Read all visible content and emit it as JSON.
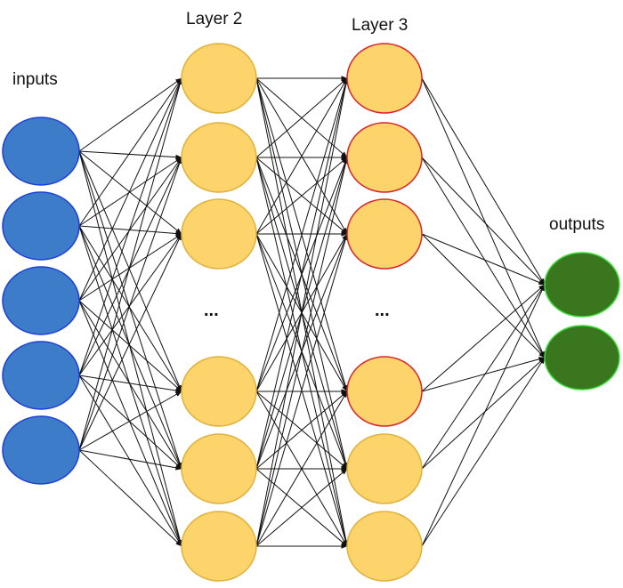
{
  "labels": {
    "inputs": "inputs",
    "layer2": "Layer 2",
    "layer3": "Layer 3",
    "outputs": "outputs",
    "layer2_ellipsis": "...",
    "layer3_ellipsis": "..."
  },
  "layers": [
    {
      "id": "inputs",
      "node_count": 5,
      "fill": "#3d7cc9",
      "stroke": "#1c3fd6"
    },
    {
      "id": "layer2",
      "node_count": 6,
      "fill": "#fcd46b",
      "stroke": "#e0b23d",
      "has_ellipsis": true
    },
    {
      "id": "layer3",
      "node_count": 6,
      "fill": "#fcd46b",
      "stroke": "#e0b23d",
      "highlighted_stroke": "#d9262b",
      "highlighted_nodes": [
        0,
        1,
        2,
        3
      ],
      "has_ellipsis": true
    },
    {
      "id": "outputs",
      "node_count": 2,
      "fill": "#39761d",
      "stroke": "#3ce03c"
    }
  ],
  "connections": "fully-connected between consecutive layers",
  "edge_color": "#111111"
}
